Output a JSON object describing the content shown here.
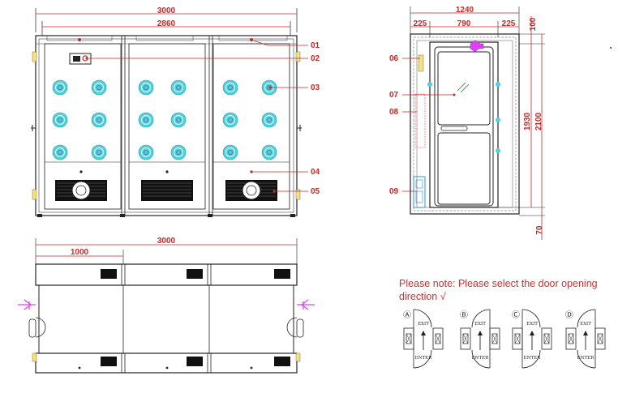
{
  "front_view": {
    "overall_width": "3000",
    "inner_width": "2860",
    "callouts": [
      "01",
      "02",
      "03",
      "04",
      "05"
    ]
  },
  "side_view": {
    "overall_width": "1240",
    "segments": [
      "225",
      "790",
      "225"
    ],
    "top_offset": "100",
    "door_height": "1930",
    "total_height": "2100",
    "base_height": "70",
    "callouts": [
      "06",
      "07",
      "08",
      "09"
    ]
  },
  "top_view": {
    "overall_width": "3000",
    "module_width": "1000"
  },
  "note": {
    "text": "Please note: Please select the door opening direction √"
  },
  "door_options": [
    {
      "letter": "Ⓐ",
      "exit": "EXIT",
      "enter": "ENTER"
    },
    {
      "letter": "Ⓑ",
      "exit": "EXIT",
      "enter": "ENTER"
    },
    {
      "letter": "Ⓒ",
      "exit": "EXIT",
      "enter": "ENTER"
    },
    {
      "letter": "Ⓓ",
      "exit": "EXIT",
      "enter": "ENTER"
    }
  ],
  "colors": {
    "dimension": "#c62828",
    "nozzle": "#4dd0e1",
    "outline": "#222222",
    "interlock": "#e040fb"
  }
}
